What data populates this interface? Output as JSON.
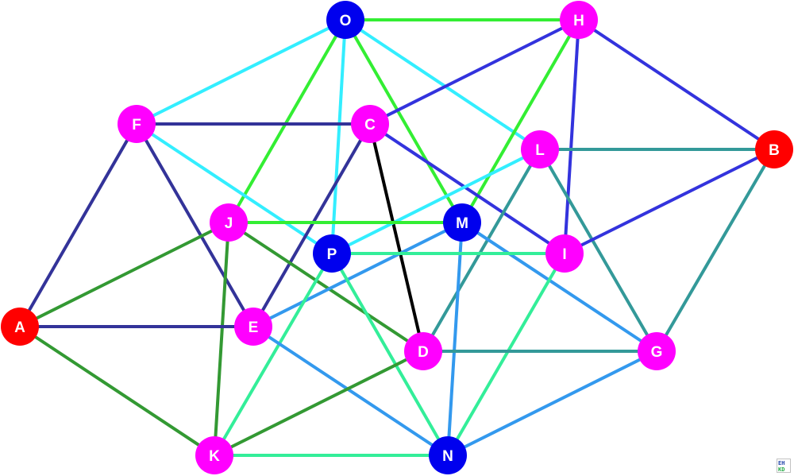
{
  "graph": {
    "nodes": [
      {
        "id": "O",
        "color": "#0000ee"
      },
      {
        "id": "H",
        "color": "#ff00ff"
      },
      {
        "id": "F",
        "color": "#ff00ff"
      },
      {
        "id": "C",
        "color": "#ff00ff"
      },
      {
        "id": "L",
        "color": "#ff00ff"
      },
      {
        "id": "B",
        "color": "#ff0000"
      },
      {
        "id": "J",
        "color": "#ff00ff"
      },
      {
        "id": "M",
        "color": "#0000ee"
      },
      {
        "id": "P",
        "color": "#0000ee"
      },
      {
        "id": "I",
        "color": "#ff00ff"
      },
      {
        "id": "A",
        "color": "#ff0000"
      },
      {
        "id": "E",
        "color": "#ff00ff"
      },
      {
        "id": "D",
        "color": "#ff00ff"
      },
      {
        "id": "G",
        "color": "#ff00ff"
      },
      {
        "id": "K",
        "color": "#ff00ff"
      },
      {
        "id": "N",
        "color": "#0000ee"
      }
    ],
    "edges": [
      {
        "from": "O",
        "to": "H",
        "color": "#33ee33"
      },
      {
        "from": "O",
        "to": "F",
        "color": "#33eeff"
      },
      {
        "from": "O",
        "to": "J",
        "color": "#33ee33"
      },
      {
        "from": "O",
        "to": "P",
        "color": "#33eeff"
      },
      {
        "from": "O",
        "to": "M",
        "color": "#33ee33"
      },
      {
        "from": "O",
        "to": "L",
        "color": "#33eeff"
      },
      {
        "from": "H",
        "to": "C",
        "color": "#3333dd"
      },
      {
        "from": "H",
        "to": "M",
        "color": "#33ee33"
      },
      {
        "from": "H",
        "to": "I",
        "color": "#3333dd"
      },
      {
        "from": "H",
        "to": "B",
        "color": "#3333dd"
      },
      {
        "from": "F",
        "to": "C",
        "color": "#333399"
      },
      {
        "from": "F",
        "to": "A",
        "color": "#333399"
      },
      {
        "from": "F",
        "to": "E",
        "color": "#333399"
      },
      {
        "from": "F",
        "to": "P",
        "color": "#33eeff"
      },
      {
        "from": "C",
        "to": "D",
        "color": "#000000"
      },
      {
        "from": "C",
        "to": "E",
        "color": "#333399"
      },
      {
        "from": "C",
        "to": "I",
        "color": "#3333dd"
      },
      {
        "from": "L",
        "to": "B",
        "color": "#339999"
      },
      {
        "from": "L",
        "to": "P",
        "color": "#33eeff"
      },
      {
        "from": "L",
        "to": "D",
        "color": "#339999"
      },
      {
        "from": "L",
        "to": "G",
        "color": "#339999"
      },
      {
        "from": "B",
        "to": "I",
        "color": "#3333dd"
      },
      {
        "from": "B",
        "to": "G",
        "color": "#339999"
      },
      {
        "from": "J",
        "to": "M",
        "color": "#33ee33"
      },
      {
        "from": "J",
        "to": "A",
        "color": "#339933"
      },
      {
        "from": "J",
        "to": "K",
        "color": "#339933"
      },
      {
        "from": "J",
        "to": "D",
        "color": "#339933"
      },
      {
        "from": "M",
        "to": "E",
        "color": "#3399ee"
      },
      {
        "from": "M",
        "to": "N",
        "color": "#3399ee"
      },
      {
        "from": "M",
        "to": "G",
        "color": "#3399ee"
      },
      {
        "from": "P",
        "to": "I",
        "color": "#33ee99"
      },
      {
        "from": "P",
        "to": "K",
        "color": "#33ee99"
      },
      {
        "from": "P",
        "to": "N",
        "color": "#33ee99"
      },
      {
        "from": "I",
        "to": "N",
        "color": "#33ee99"
      },
      {
        "from": "A",
        "to": "E",
        "color": "#333399"
      },
      {
        "from": "A",
        "to": "K",
        "color": "#339933"
      },
      {
        "from": "E",
        "to": "N",
        "color": "#3399ee"
      },
      {
        "from": "D",
        "to": "G",
        "color": "#339999"
      },
      {
        "from": "D",
        "to": "K",
        "color": "#339933"
      },
      {
        "from": "G",
        "to": "N",
        "color": "#3399ee"
      },
      {
        "from": "K",
        "to": "N",
        "color": "#33ee99"
      }
    ]
  },
  "logo": {
    "text_top": "EH",
    "text_bottom": "KD"
  }
}
